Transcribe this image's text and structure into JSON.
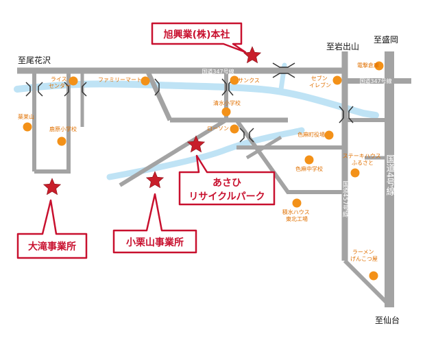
{
  "colors": {
    "road": "#a3a3a3",
    "river": "#bfe3f5",
    "bridge": "#333333",
    "poi": "#f39118",
    "poi_text": "#e07000",
    "star": "#c81e2a",
    "callout_border": "#c8102e",
    "callout_text": "#c8102e",
    "route_text": "#ffffff",
    "direction_text": "#111111"
  },
  "directions": [
    {
      "id": "to-obanazawa",
      "label": "至尾花沢"
    },
    {
      "id": "to-iwadeyama",
      "label": "至岩出山"
    },
    {
      "id": "to-morioka",
      "label": "至盛岡"
    },
    {
      "id": "to-sendai",
      "label": "至仙台"
    }
  ],
  "route_labels": {
    "r347_west": "国道347号線",
    "r347_east": "国道347号線",
    "r457": "国道457号線",
    "r4": "国道4号線"
  },
  "callouts": [
    {
      "id": "head-office",
      "label": "旭興業(株)本社"
    },
    {
      "id": "otaki",
      "label": "大滝事業所"
    },
    {
      "id": "oguriyama",
      "label": "小栗山事業所"
    },
    {
      "id": "recycle-park",
      "line1": "あさひ",
      "line2": "リサイクルパーク"
    }
  ],
  "pois": [
    {
      "id": "rice-center",
      "lines": [
        "ライス",
        "センター"
      ]
    },
    {
      "id": "family-mart",
      "lines": [
        "ファミリーマート"
      ]
    },
    {
      "id": "sunkus",
      "lines": [
        "サンクス"
      ]
    },
    {
      "id": "seven-eleven",
      "lines": [
        "セブン",
        "イレブン"
      ]
    },
    {
      "id": "dengeki-soko",
      "lines": [
        "電撃倉庫"
      ]
    },
    {
      "id": "gyokuzan",
      "lines": [
        "薬莱山"
      ]
    },
    {
      "id": "ronbara-school",
      "lines": [
        "鹿原小学校"
      ]
    },
    {
      "id": "shimizu-school",
      "lines": [
        "清水小学校"
      ]
    },
    {
      "id": "lawson",
      "lines": [
        "ローソン"
      ]
    },
    {
      "id": "town-office",
      "lines": [
        "色麻町役場"
      ]
    },
    {
      "id": "steakhouse",
      "lines": [
        "ステーキハウス",
        "ふるさと"
      ]
    },
    {
      "id": "junior-high",
      "lines": [
        "色麻中学校"
      ]
    },
    {
      "id": "sekisui",
      "lines": [
        "積水ハウス",
        "東北工場"
      ]
    },
    {
      "id": "ramen",
      "lines": [
        "ラーメン",
        "げんこつ屋"
      ]
    }
  ]
}
